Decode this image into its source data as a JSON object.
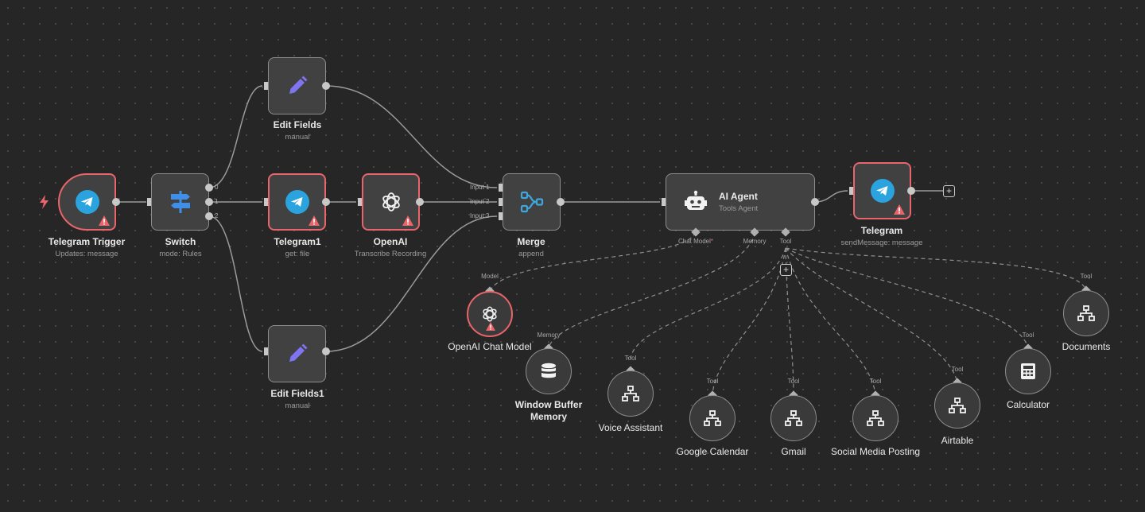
{
  "colors": {
    "canvas": "#262626",
    "node_bg": "#414141",
    "node_border": "#8d8d8d",
    "error": "#e8656b",
    "telegram": "#2aa3df",
    "edit_icon": "#7f74f2",
    "switch_icon": "#3f8fe8",
    "merge_icon": "#3fa7dd"
  },
  "nodes": {
    "telegram_trigger": {
      "title": "Telegram Trigger",
      "subtitle": "Updates: message",
      "icon": "telegram-icon"
    },
    "switch": {
      "title": "Switch",
      "subtitle": "mode: Rules",
      "icon": "signpost-icon",
      "outputs": [
        "0",
        "1",
        "2"
      ]
    },
    "edit_fields": {
      "title": "Edit Fields",
      "subtitle": "manual",
      "icon": "pencil-icon"
    },
    "telegram1": {
      "title": "Telegram1",
      "subtitle": "get: file",
      "icon": "telegram-icon"
    },
    "openai": {
      "title": "OpenAI",
      "subtitle": "Transcribe Recording",
      "icon": "openai-icon"
    },
    "edit_fields1": {
      "title": "Edit Fields1",
      "subtitle": "manual",
      "icon": "pencil-icon"
    },
    "merge": {
      "title": "Merge",
      "subtitle": "append",
      "icon": "merge-icon",
      "inputs": [
        "Input 1",
        "Input 2",
        "Input 3"
      ]
    },
    "ai_agent": {
      "title": "AI Agent",
      "subtitle": "Tools Agent",
      "icon": "robot-icon",
      "ports": {
        "chat_model": "Chat Model",
        "required_mark": "*",
        "memory": "Memory",
        "tool": "Tool"
      }
    },
    "telegram": {
      "title": "Telegram",
      "subtitle": "sendMessage: message",
      "icon": "telegram-icon"
    },
    "openai_chat_model": {
      "title": "OpenAI Chat Model",
      "port": "Model"
    },
    "window_buffer_memory": {
      "title_line1": "Window Buffer",
      "title_line2": "Memory",
      "port": "Memory"
    },
    "voice_assistant": {
      "title": "Voice Assistant",
      "port": "Tool"
    },
    "google_calendar": {
      "title": "Google Calendar",
      "port": "Tool"
    },
    "gmail": {
      "title": "Gmail",
      "port": "Tool"
    },
    "social_media_posting": {
      "title": "Social Media Posting",
      "port": "Tool"
    },
    "airtable": {
      "title": "Airtable",
      "port": "Tool"
    },
    "calculator": {
      "title": "Calculator",
      "port": "Tool"
    },
    "documents": {
      "title": "Documents",
      "port": "Tool"
    }
  },
  "add_symbol": "+"
}
